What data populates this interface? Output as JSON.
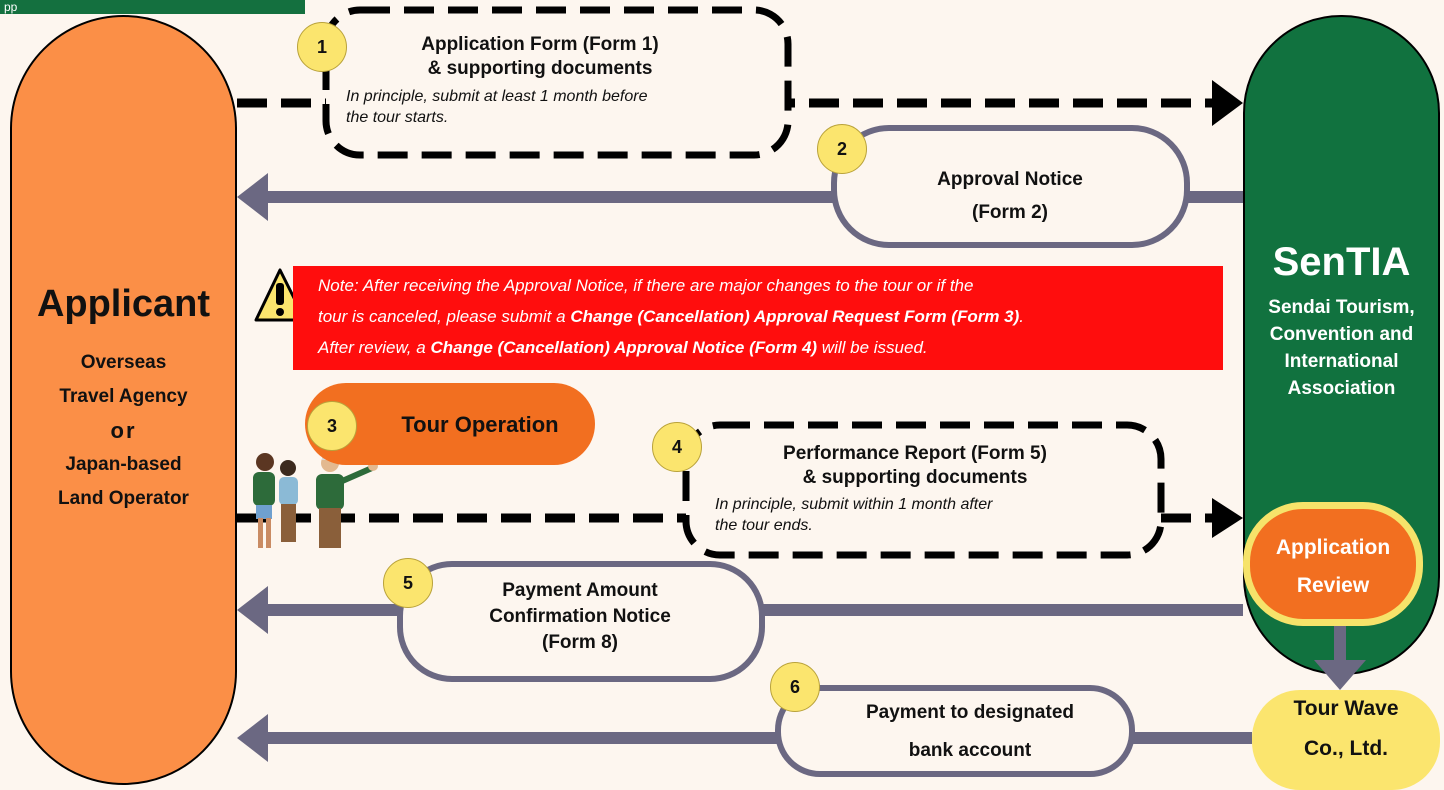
{
  "header_tab": "pp",
  "applicant": {
    "title": "Applicant",
    "line1": "Overseas",
    "line2": "Travel Agency",
    "or": "or",
    "line3": "Japan-based",
    "line4": "Land Operator"
  },
  "sentia": {
    "title": "SenTIA",
    "line1": "Sendai Tourism,",
    "line2": "Convention and",
    "line3": "International",
    "line4": "Association"
  },
  "review": {
    "line1": "Application",
    "line2": "Review"
  },
  "tourwave": {
    "line1": "Tour Wave",
    "line2": "Co., Ltd."
  },
  "steps": {
    "s1": {
      "num": "1",
      "title1": "Application Form (Form 1)",
      "title2": "& supporting documents",
      "note1": "In principle, submit at least 1 month before",
      "note2": "the tour starts."
    },
    "s2": {
      "num": "2",
      "title1": "Approval Notice",
      "title2": "(Form 2)"
    },
    "s3": {
      "num": "3",
      "title": "Tour Operation"
    },
    "s4": {
      "num": "4",
      "title1": "Performance Report (Form 5)",
      "title2": "& supporting documents",
      "note1": "In principle, submit within 1 month after",
      "note2": "the tour ends."
    },
    "s5": {
      "num": "5",
      "title1": "Payment Amount",
      "title2": "Confirmation Notice",
      "title3": "(Form 8)"
    },
    "s6": {
      "num": "6",
      "title1": "Payment to designated",
      "title2": "bank account"
    }
  },
  "note": {
    "p1": "Note: After receiving the Approval Notice, if there are major changes to the tour or if the",
    "p2a": "tour is canceled, please submit a ",
    "p2b": "Change (Cancellation) Approval Request Form (Form 3)",
    "p2c": ".",
    "p3a": "After review, a ",
    "p3b": "Change (Cancellation) Approval Notice (Form 4)",
    "p3c": " will be issued."
  },
  "colors": {
    "applicant": "#fb8f47",
    "sentia": "#11723f",
    "review": "#f26f20",
    "badge": "#fbe56e",
    "note": "#ff0d0d",
    "arrow": "#6b6882"
  }
}
